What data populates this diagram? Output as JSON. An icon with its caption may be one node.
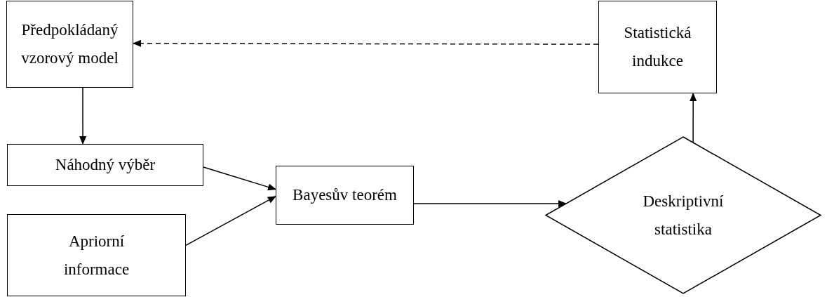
{
  "diagram": {
    "nodes": [
      {
        "text": [
          "Předpokládaný vzorový model"
        ]
      },
      {
        "text": [
          "Statistická indukce"
        ]
      },
      {
        "text": [
          "Náhodný výběr"
        ]
      },
      {
        "text": [
          "Apriorní informace"
        ]
      },
      {
        "text": [
          "Bayesův teorém"
        ]
      },
      {
        "text": [
          "Deskriptivní statistika"
        ]
      }
    ],
    "edges": [
      {
        "from": 1,
        "to": 0,
        "arrow": "to",
        "style": "dashed"
      },
      {
        "from": 0,
        "to": 2,
        "arrow": "to"
      },
      {
        "from": 2,
        "to": 4,
        "arrow": "to"
      },
      {
        "from": 3,
        "to": 4,
        "arrow": "to"
      },
      {
        "from": 4,
        "to": 5,
        "arrow": "to"
      },
      {
        "from": 5,
        "to": 1,
        "arrow": "to"
      }
    ]
  }
}
